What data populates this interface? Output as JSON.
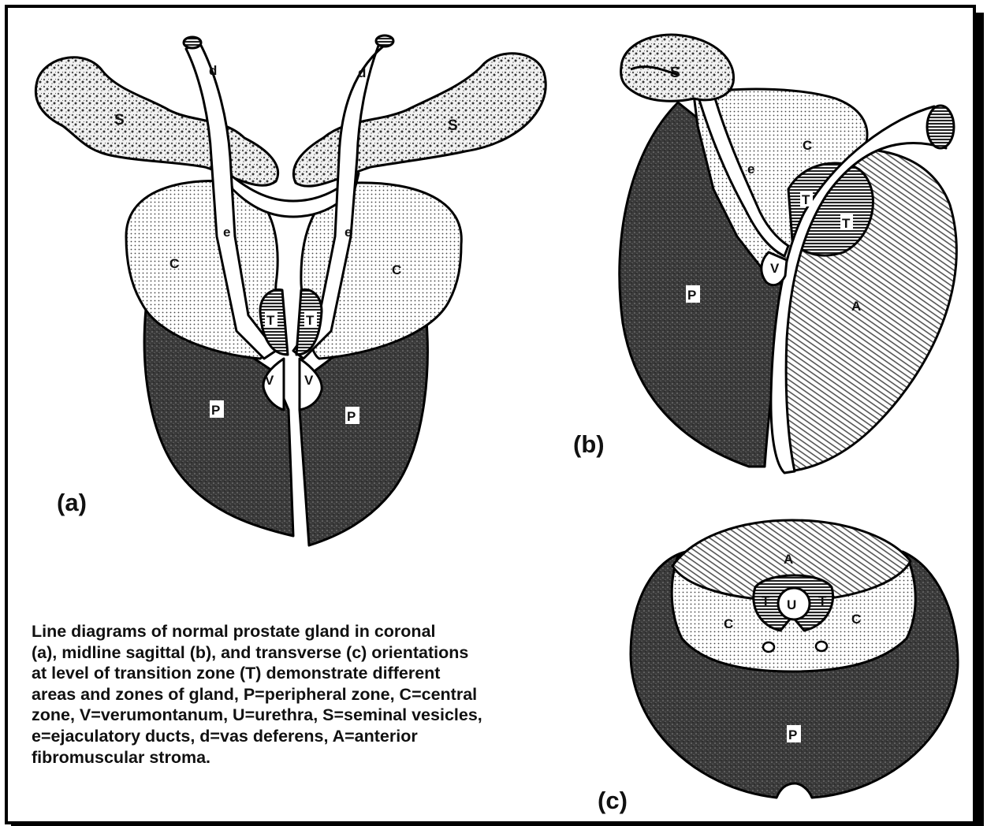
{
  "panels": {
    "a": {
      "label": "(a)",
      "zones": {
        "s_left": "S",
        "s_right": "S",
        "d_left": "d",
        "d_right": "d",
        "e_left": "e",
        "e_right": "e",
        "c_left": "C",
        "c_right": "C",
        "t_left": "T",
        "t_right": "T",
        "v_left": "V",
        "v_right": "V",
        "p_left": "P",
        "p_right": "P"
      }
    },
    "b": {
      "label": "(b)",
      "zones": {
        "s": "S",
        "c": "C",
        "e": "e",
        "t1": "T",
        "t2": "T",
        "v": "V",
        "p": "P",
        "a": "A"
      }
    },
    "c": {
      "label": "(c)",
      "zones": {
        "a": "A",
        "u": "U",
        "c_left": "C",
        "c_right": "C",
        "t_left": "T",
        "t_right": "T",
        "p": "P"
      }
    }
  },
  "caption_lines": [
    "Line diagrams of normal prostate gland in coronal",
    "(a), midline sagittal (b), and transverse (c) orientations",
    "at level of transition zone (T) demonstrate different",
    "areas and zones of gland, P=peripheral zone, C=central",
    "zone, V=verumontanum, U=urethra, S=seminal vesicles,",
    "e=ejaculatory ducts, d=vas deferens, A=anterior",
    "fibromuscular stroma."
  ]
}
